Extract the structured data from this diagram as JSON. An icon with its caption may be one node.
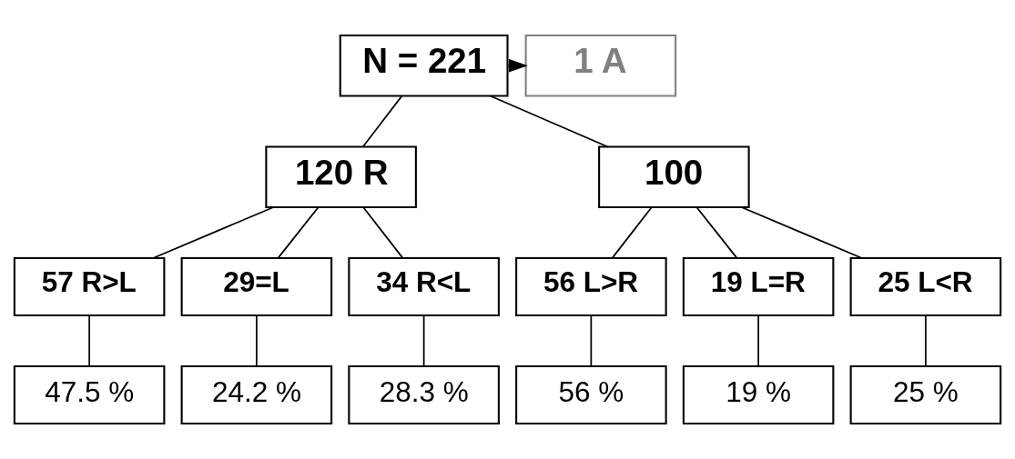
{
  "diagram": {
    "nodes": [
      {
        "text": [
          "N = 221"
        ]
      },
      {
        "text": [
          "1 A"
        ]
      },
      {
        "text": [
          "120 R"
        ]
      },
      {
        "text": [
          "100"
        ]
      },
      {
        "text": [
          "57 R>L"
        ]
      },
      {
        "text": [
          "29=L"
        ]
      },
      {
        "text": [
          "34 R<L"
        ]
      },
      {
        "text": [
          "56 L>R"
        ]
      },
      {
        "text": [
          "19 L=R"
        ]
      },
      {
        "text": [
          "25 L<R"
        ]
      },
      {
        "text": [
          "47.5 %"
        ]
      },
      {
        "text": [
          "24.2 %"
        ]
      },
      {
        "text": [
          "28.3 %"
        ]
      },
      {
        "text": [
          "56 %"
        ]
      },
      {
        "text": [
          "19 %"
        ]
      },
      {
        "text": [
          "25 %"
        ]
      }
    ],
    "edges": [
      {
        "from": 0,
        "to": 1,
        "arrow": "to"
      },
      {
        "from": 0,
        "to": 2,
        "arrow": "none"
      },
      {
        "from": 0,
        "to": 3,
        "arrow": "none"
      },
      {
        "from": 2,
        "to": 4,
        "arrow": "none"
      },
      {
        "from": 2,
        "to": 5,
        "arrow": "none"
      },
      {
        "from": 2,
        "to": 6,
        "arrow": "none"
      },
      {
        "from": 3,
        "to": 7,
        "arrow": "none"
      },
      {
        "from": 3,
        "to": 8,
        "arrow": "none"
      },
      {
        "from": 3,
        "to": 9,
        "arrow": "none"
      },
      {
        "from": 4,
        "to": 10,
        "arrow": "none"
      },
      {
        "from": 5,
        "to": 11,
        "arrow": "none"
      },
      {
        "from": 6,
        "to": 12,
        "arrow": "none"
      },
      {
        "from": 7,
        "to": 13,
        "arrow": "none"
      },
      {
        "from": 8,
        "to": 14,
        "arrow": "none"
      },
      {
        "from": 9,
        "to": 15,
        "arrow": "none"
      }
    ]
  }
}
